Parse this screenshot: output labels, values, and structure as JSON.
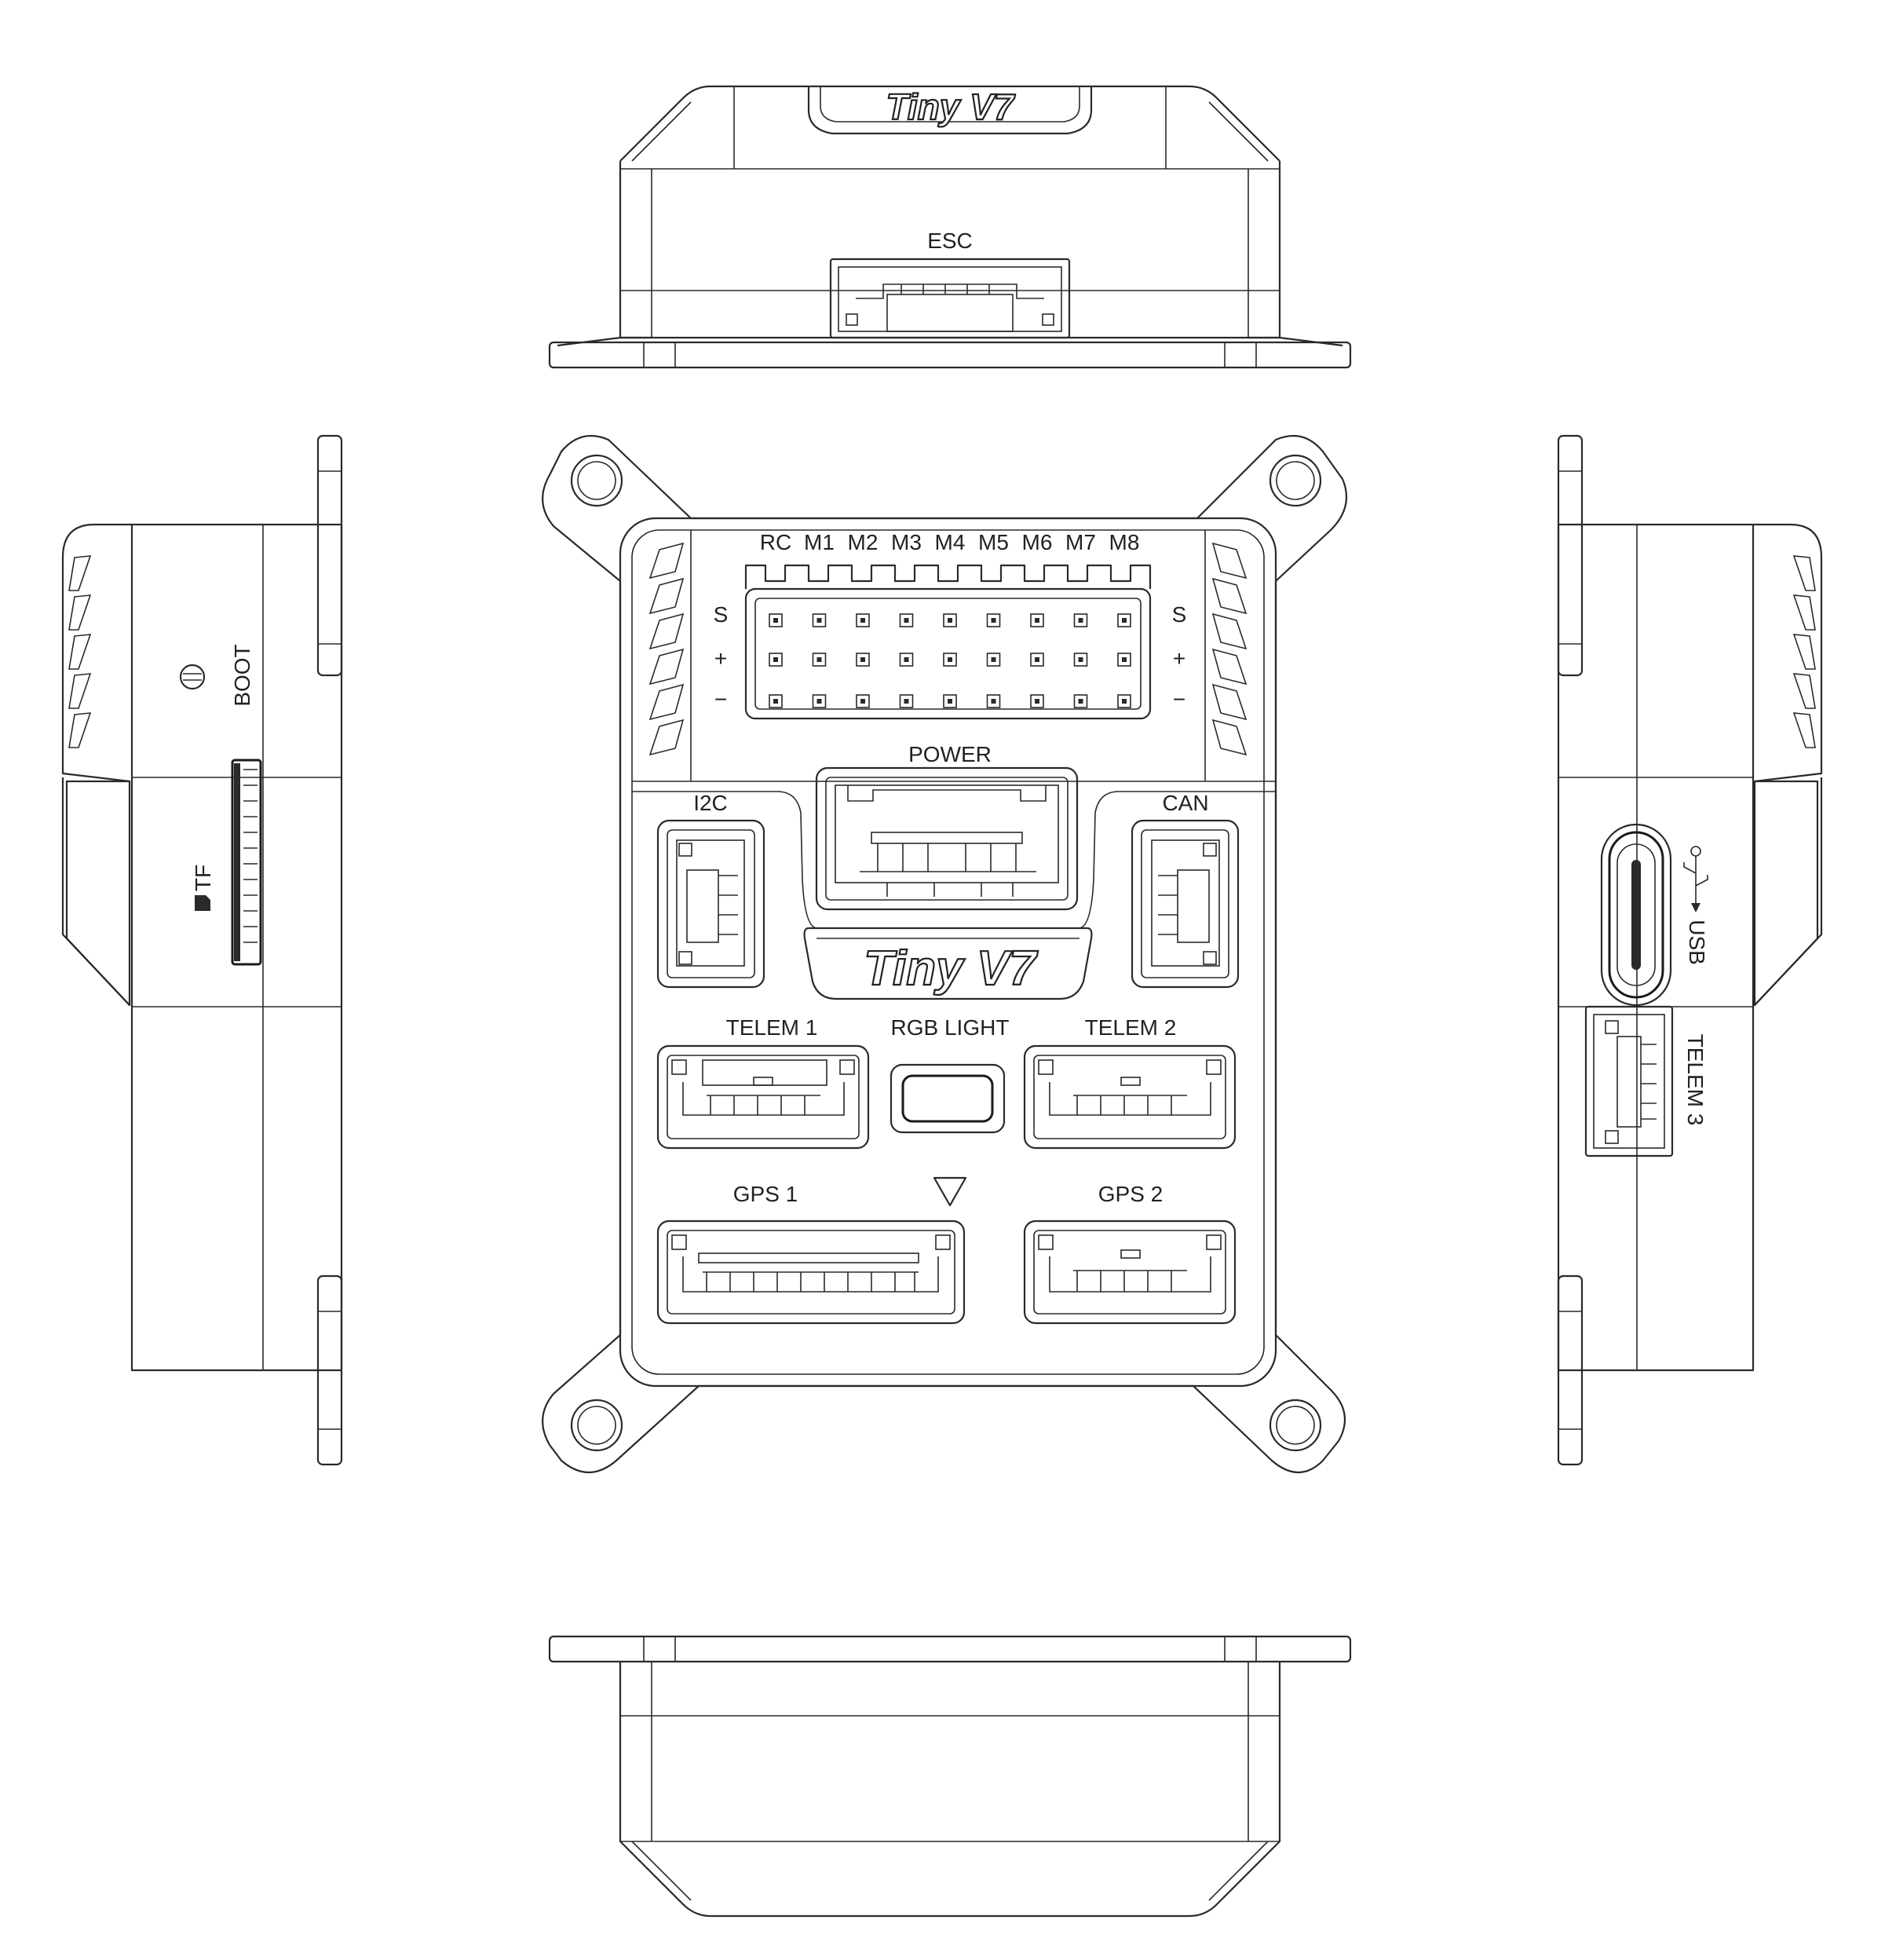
{
  "brand": "Tiny V7",
  "labels": {
    "esc": "ESC",
    "power": "POWER",
    "i2c": "I2C",
    "can": "CAN",
    "telem1": "TELEM 1",
    "telem2": "TELEM 2",
    "telem3": "TELEM 3",
    "rgb": "RGB LIGHT",
    "gps1": "GPS 1",
    "gps2": "GPS 2",
    "usb": "USB",
    "boot": "BOOT",
    "tf": "TF",
    "signal": "S",
    "plus": "+",
    "minus": "−"
  },
  "rc_headers": [
    "RC",
    "M1",
    "M2",
    "M3",
    "M4",
    "M5",
    "M6",
    "M7",
    "M8"
  ],
  "icons": {
    "usb_symbol": "usb-icon",
    "sd_card": "sd-card-icon",
    "direction_arrow": "direction-arrow-icon"
  }
}
